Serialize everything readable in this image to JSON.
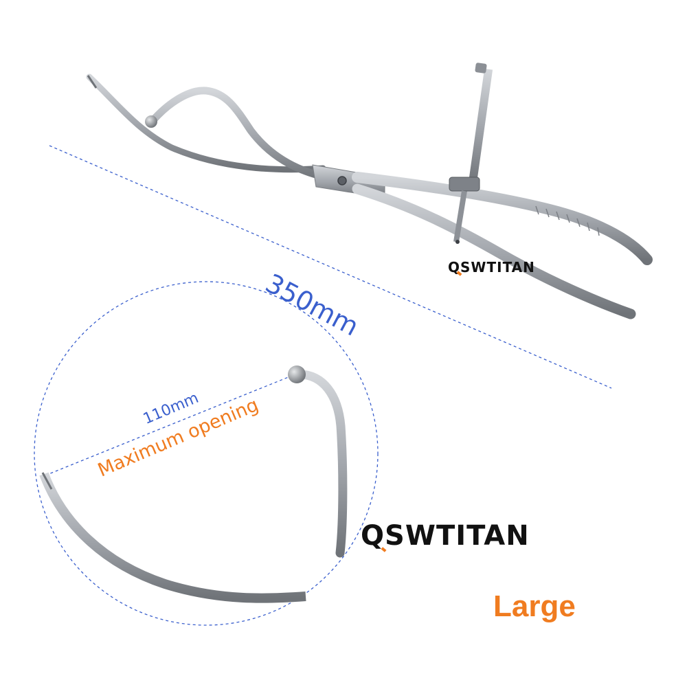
{
  "annotations": {
    "length": "350mm",
    "opening_dimension": "110mm",
    "opening_description": "Maximum opening"
  },
  "brand": {
    "first_letter": "Q",
    "rest": "SWTITAN"
  },
  "size": "Large",
  "colors": {
    "blue": "#3a5fcd",
    "orange": "#f07c20",
    "steel": "#a9adb2",
    "steel_dark": "#6f7378",
    "background": "#ffffff"
  }
}
